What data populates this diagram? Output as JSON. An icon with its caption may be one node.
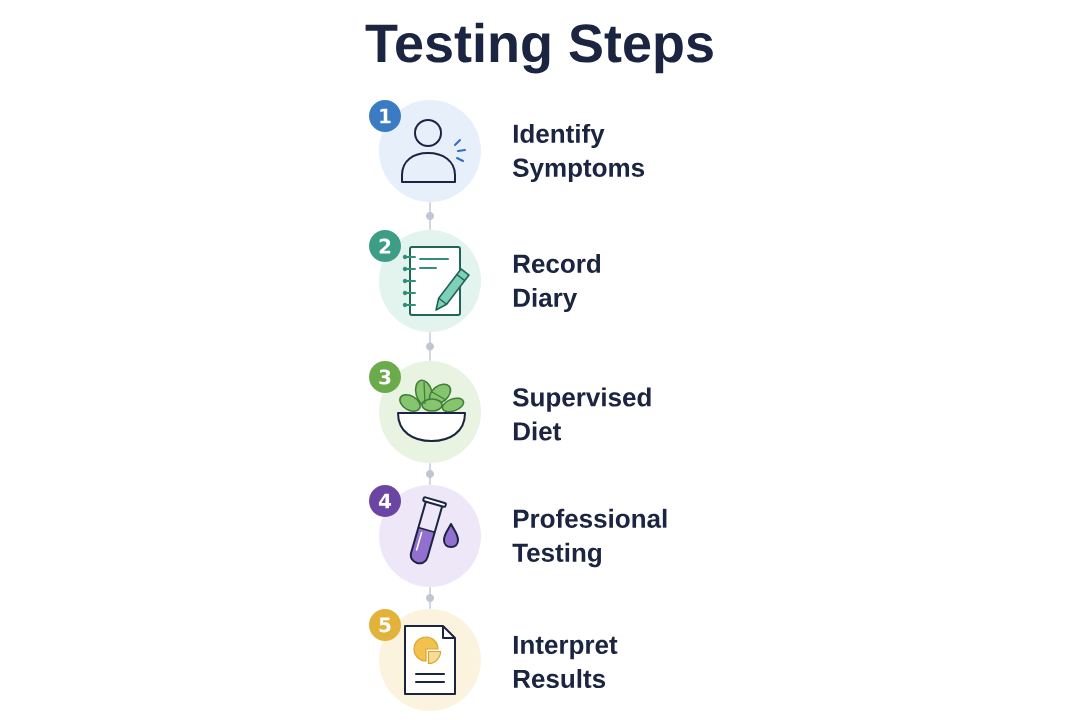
{
  "diagram": {
    "title": "Testing Steps",
    "nodes": [
      {
        "text": [
          "1",
          "Identify Symptoms"
        ]
      },
      {
        "text": [
          "2",
          "Record Diary"
        ]
      },
      {
        "text": [
          "3",
          "Supervised Diet"
        ]
      },
      {
        "text": [
          "4",
          "Professional Testing"
        ]
      },
      {
        "text": [
          "5",
          "Interpret Results"
        ]
      }
    ],
    "edges": [
      {
        "from": 0,
        "to": 1,
        "arrow": "none"
      },
      {
        "from": 1,
        "to": 2,
        "arrow": "none"
      },
      {
        "from": 2,
        "to": 3,
        "arrow": "none"
      },
      {
        "from": 3,
        "to": 4,
        "arrow": "none"
      }
    ]
  }
}
